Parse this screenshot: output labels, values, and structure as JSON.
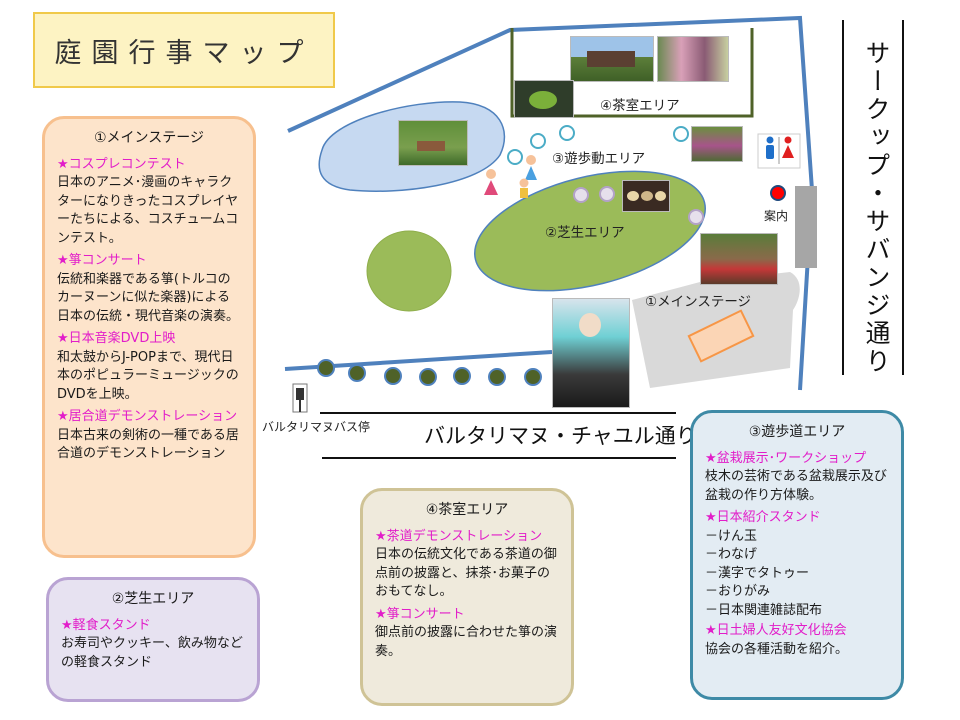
{
  "title": "庭園行事マップ",
  "streets": {
    "vertical": "サークップ・サバンジ通り",
    "horizontal": "バルタリマヌ・チャユル通り"
  },
  "map_labels": {
    "tea_area": "④茶室エリア",
    "walk_area": "③遊歩動エリア",
    "lawn_area": "②芝生エリア",
    "main_stage": "①メインステージ",
    "info": "案内",
    "bus_stop": "バルタリマヌバス停"
  },
  "boxes": {
    "main_stage": {
      "header": "①メインステージ",
      "sections": [
        {
          "title": "★コスプレコンテスト",
          "desc": "日本のアニメ･漫画のキャラクターになりきったコスプレイヤーたちによる、コスチュームコンテスト。"
        },
        {
          "title": "★箏コンサート",
          "desc": "伝統和楽器である箏(トルコのカーヌーンに似た楽器)による日本の伝統・現代音楽の演奏。"
        },
        {
          "title": "★日本音楽DVD上映",
          "desc": "和太鼓からJ-POPまで、現代日本のポピュラーミュージックのDVDを上映。"
        },
        {
          "title": "★居合道デモンストレーション",
          "desc": "日本古来の剣術の一種である居合道のデモンストレーション"
        }
      ]
    },
    "lawn": {
      "header": "②芝生エリア",
      "sections": [
        {
          "title": "★軽食スタンド",
          "desc": "お寿司やクッキー、飲み物などの軽食スタンド"
        }
      ]
    },
    "tea": {
      "header": "④茶室エリア",
      "sections": [
        {
          "title": "★茶道デモンストレーション",
          "desc": "日本の伝統文化である茶道の御点前の披露と、抹茶･お菓子のおもてなし。"
        },
        {
          "title": "★箏コンサート",
          "desc": "御点前の披露に合わせた箏の演奏。"
        }
      ]
    },
    "path": {
      "header": "③遊歩道エリア",
      "sections": [
        {
          "title": "★盆栽展示･ワークショップ",
          "desc": "枝木の芸術である盆栽展示及び盆栽の作り方体験。"
        },
        {
          "title": "★日本紹介スタンド",
          "items": [
            "－けん玉",
            "－わなげ",
            "－漢字でタトゥー",
            "－おりがみ",
            "－日本関連雑誌配布"
          ]
        },
        {
          "title": "★日土婦人友好文化協会",
          "desc": "協会の各種活動を紹介。"
        }
      ]
    }
  },
  "colors": {
    "boundary": "#4f81bd",
    "lawn_fill": "#9bbb59",
    "pond_fill": "#c6d9f1",
    "stone_fill": "#d9d9d9",
    "teal_dot": "#4bacc6",
    "lavender_dot": "#b3a2c7",
    "olive_dot": "#4f6228",
    "star_text": "#e21dc9"
  }
}
